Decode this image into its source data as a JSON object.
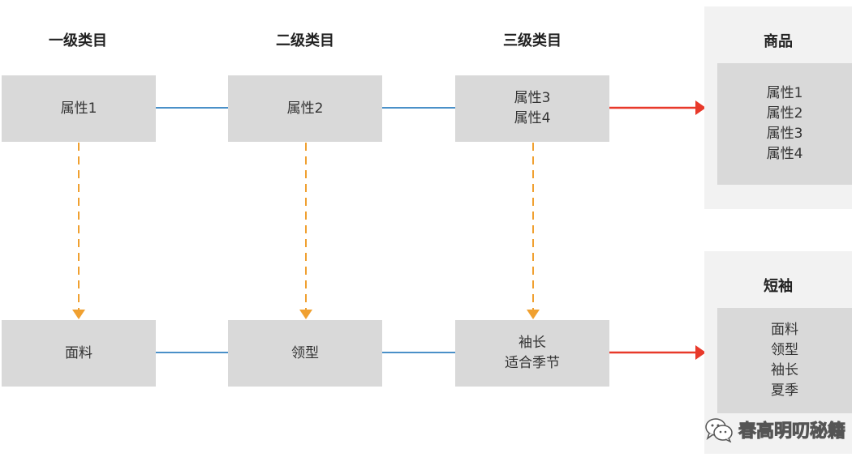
{
  "headers": {
    "level1": "一级类目",
    "level2": "二级类目",
    "level3": "三级类目"
  },
  "top_row": {
    "box1": [
      "属性1"
    ],
    "box2": [
      "属性2"
    ],
    "box3": [
      "属性3",
      "属性4"
    ]
  },
  "bottom_row": {
    "box1": [
      "面料"
    ],
    "box2": [
      "领型"
    ],
    "box3": [
      "袖长",
      "适合季节"
    ]
  },
  "product_panel": {
    "title": "商品",
    "items": [
      "属性1",
      "属性2",
      "属性3",
      "属性4"
    ]
  },
  "tshirt_panel": {
    "title": "短袖",
    "items": [
      "面料",
      "领型",
      "袖长",
      "夏季"
    ]
  },
  "watermark": {
    "text": "春高明叨秘籍"
  },
  "colors": {
    "box_fill": "#d9d9d9",
    "panel_fill": "#f2f2f2",
    "solid_connector": "#4a90c8",
    "dashed_arrow": "#f0a030",
    "red_arrow": "#e8392a"
  }
}
